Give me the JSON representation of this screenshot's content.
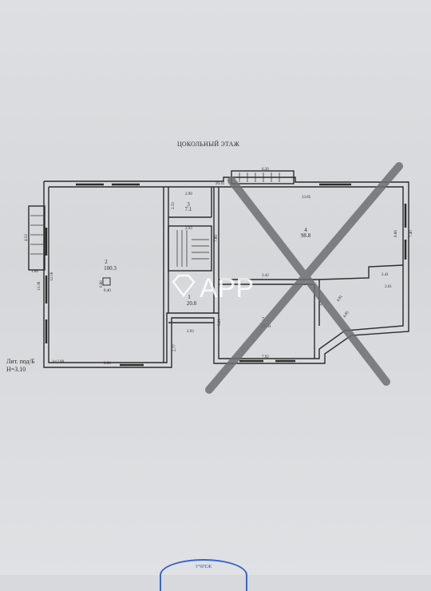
{
  "plan": {
    "title": "ЦОКОЛЬНЫЙ ЭТАЖ",
    "lit_line1": "Лит. под/Б",
    "lit_line2": "Н=3.10",
    "height_label": "h=2.80"
  },
  "rooms": [
    {
      "number": "2",
      "area": "100.3"
    },
    {
      "number": "3",
      "area": "7.1"
    },
    {
      "number": "1",
      "area": "20.8"
    },
    {
      "number": "4",
      "area": "98.8"
    },
    {
      "number": "5",
      "area": "26.6"
    }
  ],
  "dimensions": {
    "d_6_56": "6.56",
    "d_20_45": "20.45",
    "d_13_85": "13.85",
    "d_2_99": "2.99",
    "d_2_33": "2.33",
    "d_2_93_a": "2.93",
    "d_7_89": "7.89",
    "d_6_66": "6.66",
    "d_7_40": "7.40",
    "d_2_41": "2.41",
    "d_2_61": "2.61",
    "d_3_42": "3.42",
    "d_3_78": "3.78",
    "d_4_81": "4.81",
    "d_4_85": "4.85",
    "d_5_21": "5.21",
    "d_2_93_b": "2.93",
    "d_2_77": "2.77",
    "d_7_92": "7.92",
    "d_8_00": "8.00",
    "d_12_56": "12.56",
    "d_13_36": "13.36",
    "d_4_53": "4.53",
    "d_1_06": "1.06",
    "d_0_60": "0.60",
    "d_0_40": "0.40"
  },
  "watermark": {
    "text": "APP"
  },
  "stamp": {
    "text": "УЧРЕЖ"
  },
  "colors": {
    "ink": "#2b2b2b",
    "cross": "#6e6f73",
    "watermark": "#ffffff",
    "stamp": "#3a63c9"
  }
}
